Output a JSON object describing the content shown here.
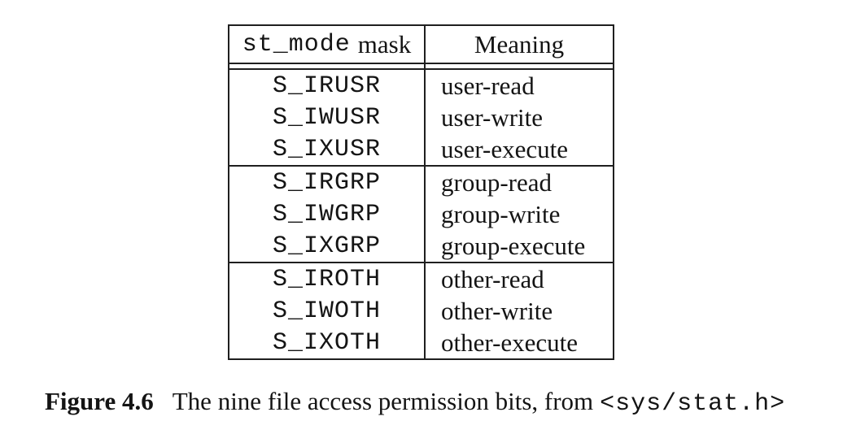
{
  "figure": {
    "caption": {
      "label": "Figure 4.6",
      "text": "The nine file access permission bits, from",
      "code": "<sys/stat.h>"
    },
    "table": {
      "header": {
        "mask_code": "st_mode",
        "mask_suffix": "mask",
        "meaning": "Meaning"
      },
      "groups": [
        {
          "rows": [
            {
              "mask": "S_IRUSR",
              "meaning": "user-read"
            },
            {
              "mask": "S_IWUSR",
              "meaning": "user-write"
            },
            {
              "mask": "S_IXUSR",
              "meaning": "user-execute"
            }
          ]
        },
        {
          "rows": [
            {
              "mask": "S_IRGRP",
              "meaning": "group-read"
            },
            {
              "mask": "S_IWGRP",
              "meaning": "group-write"
            },
            {
              "mask": "S_IXGRP",
              "meaning": "group-execute"
            }
          ]
        },
        {
          "rows": [
            {
              "mask": "S_IROTH",
              "meaning": "other-read"
            },
            {
              "mask": "S_IWOTH",
              "meaning": "other-write"
            },
            {
              "mask": "S_IXOTH",
              "meaning": "other-execute"
            }
          ]
        }
      ]
    }
  },
  "colors": {
    "text": "#141414",
    "border": "#1f1f1f",
    "background": "#ffffff"
  }
}
